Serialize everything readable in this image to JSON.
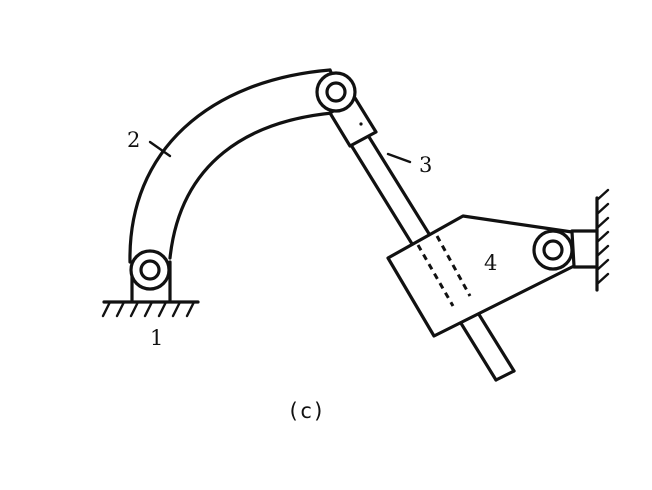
{
  "figure": {
    "caption": "(c)",
    "labels": {
      "ground": "1",
      "crank_link": "2",
      "slider_rod": "3",
      "rocking_block": "4"
    }
  },
  "colors": {
    "ink": "#111111",
    "background": "#ffffff"
  }
}
